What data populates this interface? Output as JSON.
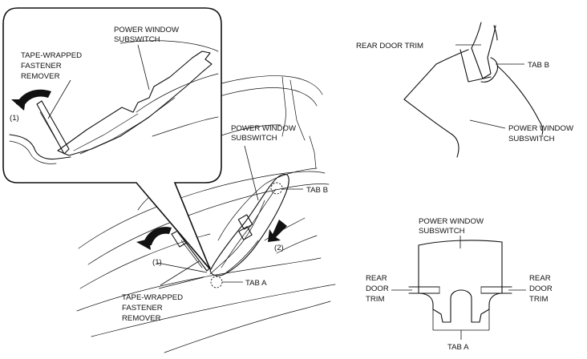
{
  "labels": {
    "power_window_subswitch_line1": "POWER WINDOW",
    "power_window_subswitch_line2": "SUBSWITCH",
    "tape_wrapped_line1": "TAPE-WRAPPED",
    "tape_wrapped_line2": "FASTENER",
    "tape_wrapped_line3": "REMOVER",
    "step_1": "(1)",
    "step_2": "(2)",
    "tab_a": "TAB A",
    "tab_b": "TAB B",
    "rear_door_trim": "REAR DOOR TRIM",
    "rear_door_trim_line1": "REAR",
    "rear_door_trim_line2": "DOOR",
    "rear_door_trim_line3": "TRIM"
  }
}
